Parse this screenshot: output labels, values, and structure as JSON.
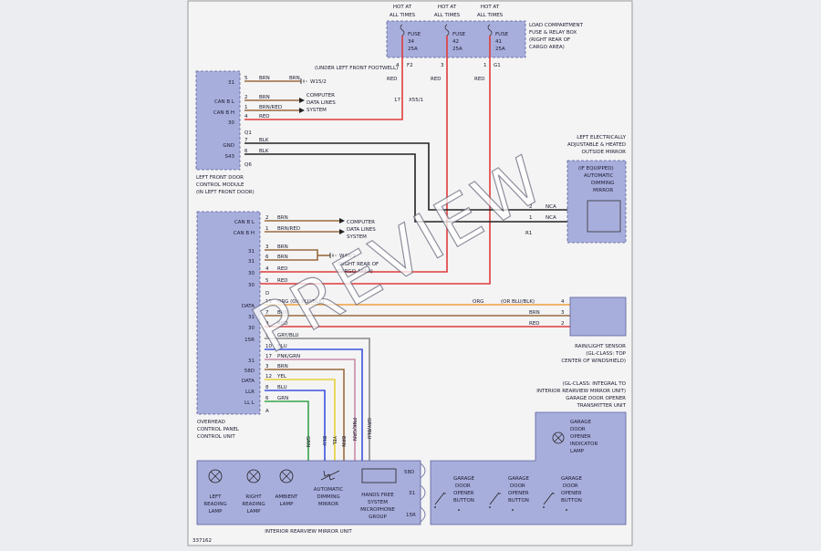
{
  "fuse_box": {
    "hot": [
      "HOT AT",
      "ALL TIMES"
    ],
    "title": [
      "LOAD COMPARTMENT",
      "FUSE & RELAY BOX",
      "(RIGHT REAR OF",
      "CARGO AREA)"
    ],
    "fuses": [
      {
        "name": "FUSE",
        "num": "34",
        "amp": "25A",
        "pin": "4",
        "conn": "F2",
        "color": "RED"
      },
      {
        "name": "FUSE",
        "num": "42",
        "amp": "25A",
        "pin": "3",
        "conn": "",
        "color": "RED"
      },
      {
        "name": "FUSE",
        "num": "41",
        "amp": "25A",
        "pin": "1",
        "conn": "G1",
        "color": "RED"
      }
    ],
    "splice_pin": "17",
    "splice_conn": "X55/1"
  },
  "door_module": {
    "caption": [
      "LEFT FRONT DOOR",
      "CONTROL MODULE",
      "(IN LEFT FRONT DOOR)"
    ],
    "pins": [
      {
        "label": "31",
        "pin": "5",
        "color": "BRN"
      },
      {
        "label": "CAN B L",
        "pin": "2",
        "color": "BRN"
      },
      {
        "label": "CAN B H",
        "pin": "1",
        "color": "BRN/RED"
      },
      {
        "label": "30",
        "pin": "4",
        "color": "RED"
      },
      {
        "label": "GND",
        "pin": "7",
        "color": "BLK"
      },
      {
        "label": "S43",
        "pin": "6",
        "color": "BLK"
      }
    ],
    "conn_a": "Q1",
    "conn_b": "Q6",
    "ground_wire": "BRN",
    "ground_name": "W15/2",
    "ground_note": "(UNDER LEFT FRONT FOOTWELL)",
    "computer": [
      "COMPUTER",
      "DATA LINES",
      "SYSTEM"
    ]
  },
  "mirror": {
    "title": [
      "LEFT ELECTRICALLY",
      "ADJUSTABLE & HEATED",
      "OUTSIDE MIRROR"
    ],
    "inner": [
      "(IF EQUIPPED)",
      "AUTOMATIC",
      "DIMMING",
      "MIRROR"
    ],
    "pins": [
      {
        "pin": "2",
        "wire": "NCA"
      },
      {
        "pin": "1",
        "wire": "NCA"
      }
    ],
    "conn": "R1"
  },
  "overhead": {
    "caption": [
      "OVERHEAD",
      "CONTROL PANEL",
      "CONTROL UNIT"
    ],
    "can": [
      {
        "label": "CAN B L",
        "pin": "2",
        "color": "BRN"
      },
      {
        "label": "CAN B H",
        "pin": "1",
        "color": "BRN/RED"
      }
    ],
    "computer": [
      "COMPUTER",
      "DATA LINES",
      "SYSTEM"
    ],
    "ground": [
      {
        "label": "31",
        "pin": "3",
        "color": "BRN"
      },
      {
        "label": "31",
        "pin": "6",
        "color": "BRN"
      }
    ],
    "ground_name": "W48/3",
    "ground_note": [
      "(RIGHT REAR OF",
      "CARGO AREA)"
    ],
    "power": [
      {
        "label": "30",
        "pin": "4",
        "color": "RED"
      },
      {
        "label": "30",
        "pin": "5",
        "color": "RED"
      }
    ],
    "conn_d": "D",
    "data": [
      {
        "label": "DATA",
        "pin": "11",
        "color": "ORG (OR BLU/BLK)"
      },
      {
        "label": "31",
        "pin": "7",
        "color": "BRN"
      },
      {
        "label": "30",
        "pin": "9",
        "color": "RED"
      },
      {
        "label": "15R",
        "pin": "1",
        "color": "GRY/BLU"
      }
    ],
    "lower": [
      {
        "label": "",
        "pin": "10",
        "color": "BLU"
      },
      {
        "label": "31",
        "pin": "17",
        "color": "PNK/GRN"
      },
      {
        "label": "58D",
        "pin": "3",
        "color": "BRN"
      },
      {
        "label": "DATA",
        "pin": "12",
        "color": "YEL"
      },
      {
        "label": "LLR",
        "pin": "8",
        "color": "BLU"
      },
      {
        "label": "LL L",
        "pin": "6",
        "color": "GRN"
      }
    ],
    "conn_a": "A"
  },
  "rain_sensor": {
    "caption": [
      "RAIN/LIGHT SENSOR",
      "(GL-CLASS: TOP",
      "CENTER OF WINDSHIELD)"
    ],
    "wires": [
      {
        "color": "ORG",
        "alt": "(OR BLU/BLK)",
        "pin": "4"
      },
      {
        "color": "BRN",
        "pin": "3"
      },
      {
        "color": "RED",
        "pin": "2"
      }
    ]
  },
  "garage": {
    "note": [
      "(GL-CLASS: INTEGRAL TO",
      "INTERIOR REARVIEW MIRROR UNIT)",
      "GARAGE DOOR OPENER",
      "TRANSMITTER UNIT"
    ],
    "lamp": [
      "GARAGE",
      "DOOR",
      "OPENER",
      "INDICATOR",
      "LAMP"
    ],
    "buttons": [
      [
        "GARAGE",
        "DOOR",
        "OPENER",
        "BUTTON"
      ],
      [
        "GARAGE",
        "DOOR",
        "OPENER",
        "BUTTON"
      ],
      [
        "GARAGE",
        "DOOR",
        "OPENER",
        "BUTTON"
      ]
    ]
  },
  "rearview": {
    "caption": "INTERIOR REARVIEW MIRROR UNIT",
    "items": [
      [
        "LEFT",
        "READING",
        "LAMP"
      ],
      [
        "RIGHT",
        "READING",
        "LAMP"
      ],
      [
        "AMBIENT",
        "LAMP"
      ],
      [
        "AUTOMATIC",
        "DIMMING",
        "MIRROR"
      ],
      [
        "HANDS FREE",
        "SYSTEM",
        "MICROPHONE",
        "GROUP"
      ]
    ],
    "wires": [
      "GRN",
      "BLU",
      "YEL",
      "BRN",
      "PNK/GRN",
      "GRY/BLU"
    ],
    "right_pins": [
      "58D",
      "31",
      "15R"
    ]
  },
  "figure_id": "337162",
  "watermark": "PREVIEW",
  "colors": {
    "red": "#e03b3b",
    "brown": "#9a6a3e",
    "black": "#222222",
    "gray": "#8a8a8a",
    "orange": "#f0a040",
    "yellow": "#e8d03a",
    "blue": "#3a52e0",
    "green": "#36a34a",
    "box": "#a8aedc"
  }
}
